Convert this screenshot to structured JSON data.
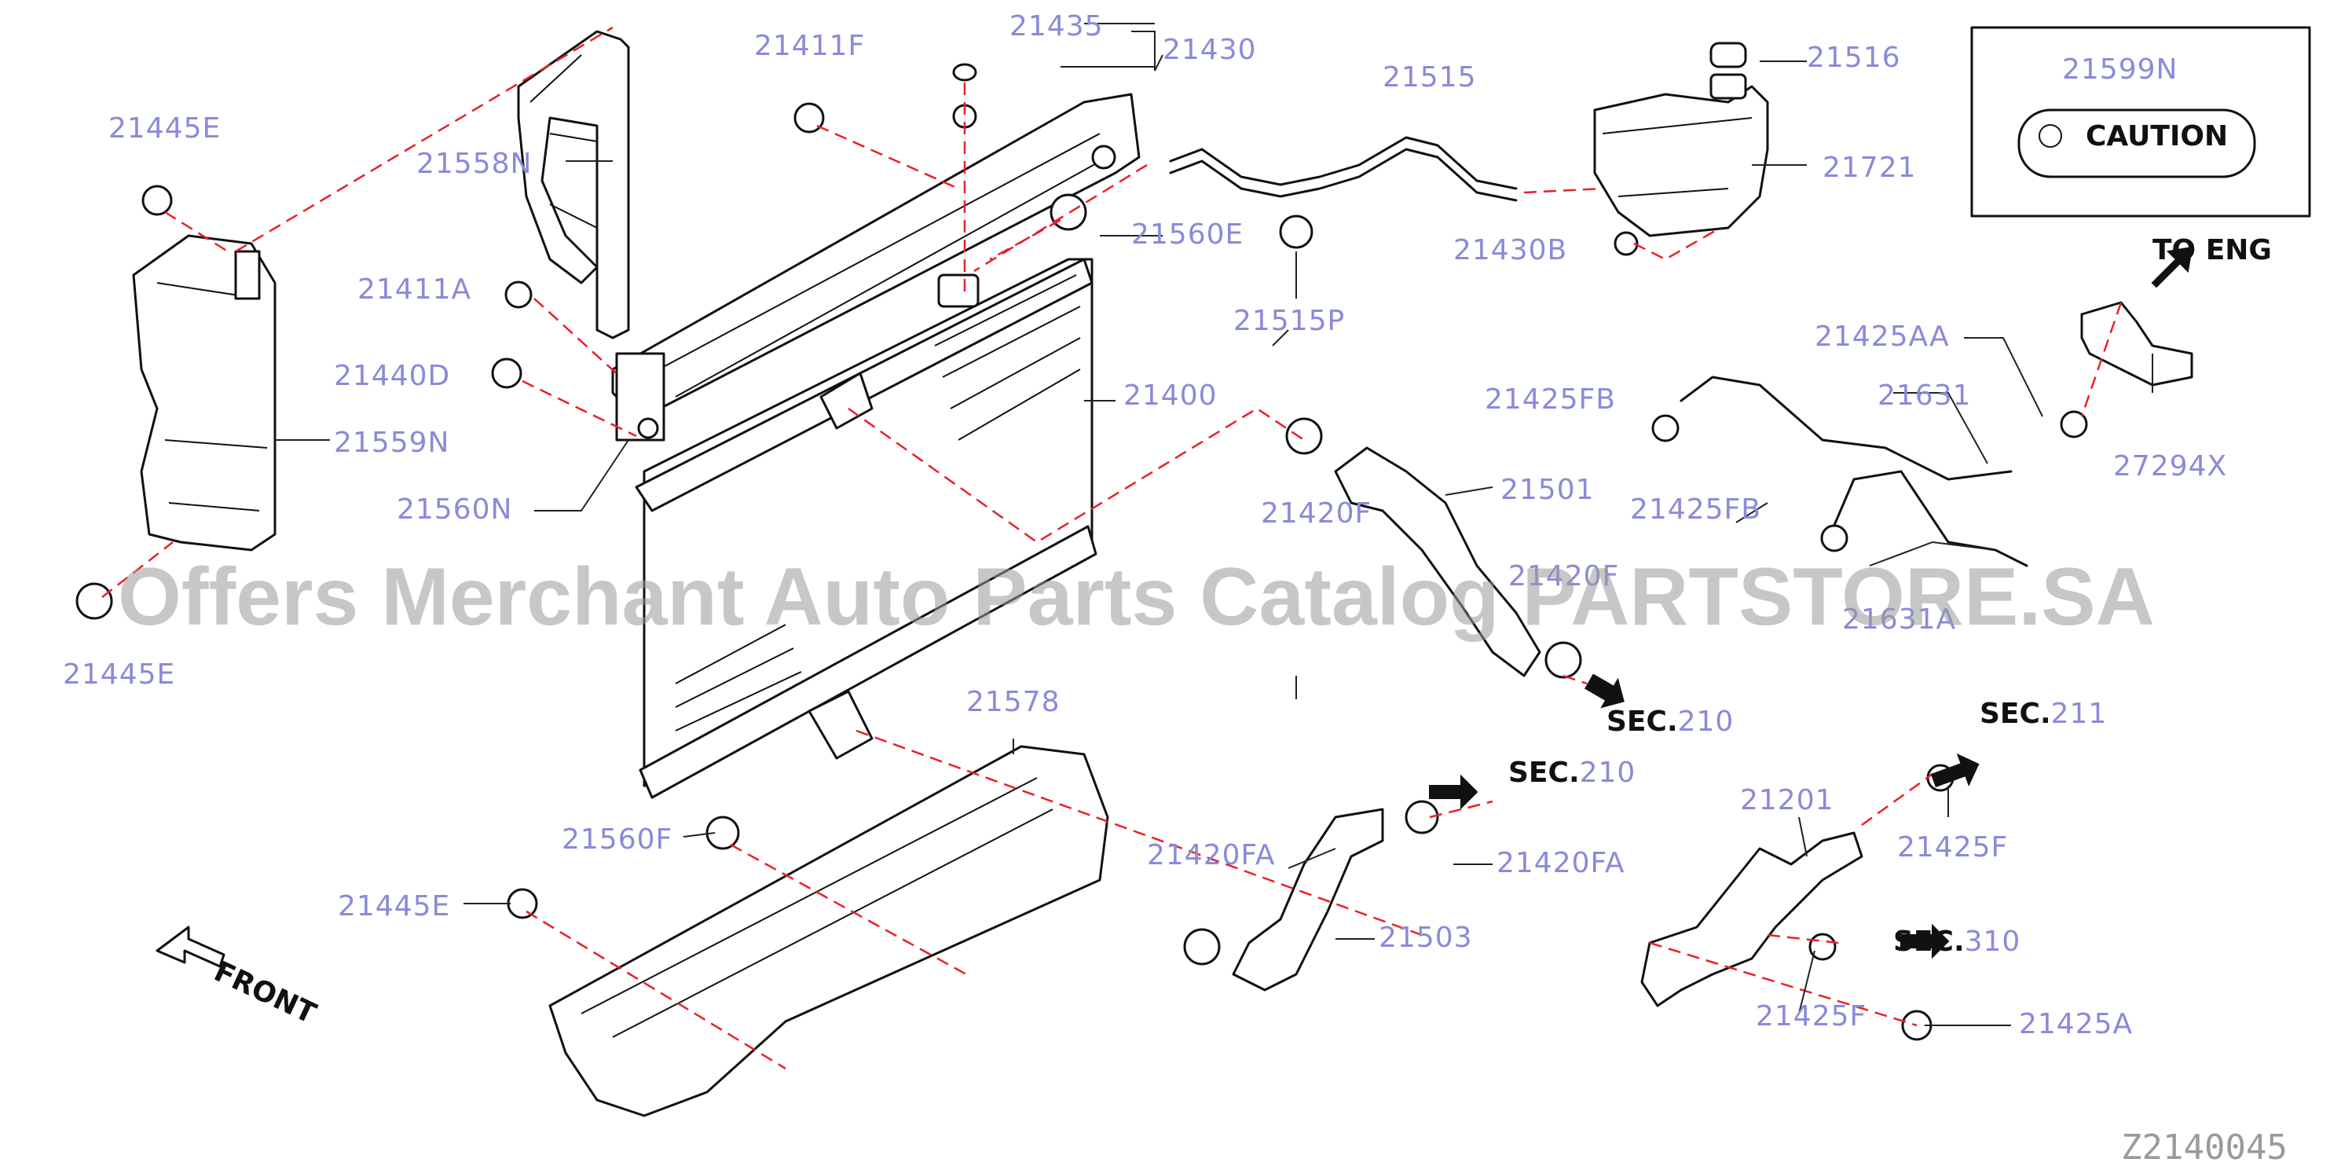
{
  "diagram_id": "Z2140045",
  "watermark": "Offers Merchant Auto Parts Catalog PARTSTORE.SA",
  "caution_label": "CAUTION",
  "direction_label": "FRONT",
  "to_engine_label": "TO ENG",
  "sec_prefix": "SEC.",
  "section_refs": [
    "210",
    "210",
    "211",
    "310"
  ],
  "colors": {
    "label": "#8a8ad8",
    "dash": "#e8202a",
    "line": "#111111",
    "watermark": "#9a9a9a"
  },
  "part_labels": [
    "21445E",
    "21411F",
    "21435",
    "21430",
    "21515",
    "21516",
    "21558N",
    "21599N",
    "21721",
    "21560E",
    "21430B",
    "21411A",
    "21515P",
    "21440D",
    "21400",
    "21425AA",
    "21425FB",
    "21631",
    "21559N",
    "27294X",
    "21560N",
    "21420F",
    "21501",
    "21425FB",
    "21445E",
    "21420F",
    "21631A",
    "21578",
    "21201",
    "21560F",
    "21420FA",
    "21420FA",
    "21425F",
    "21445E",
    "21503",
    "21425F",
    "21425A"
  ]
}
